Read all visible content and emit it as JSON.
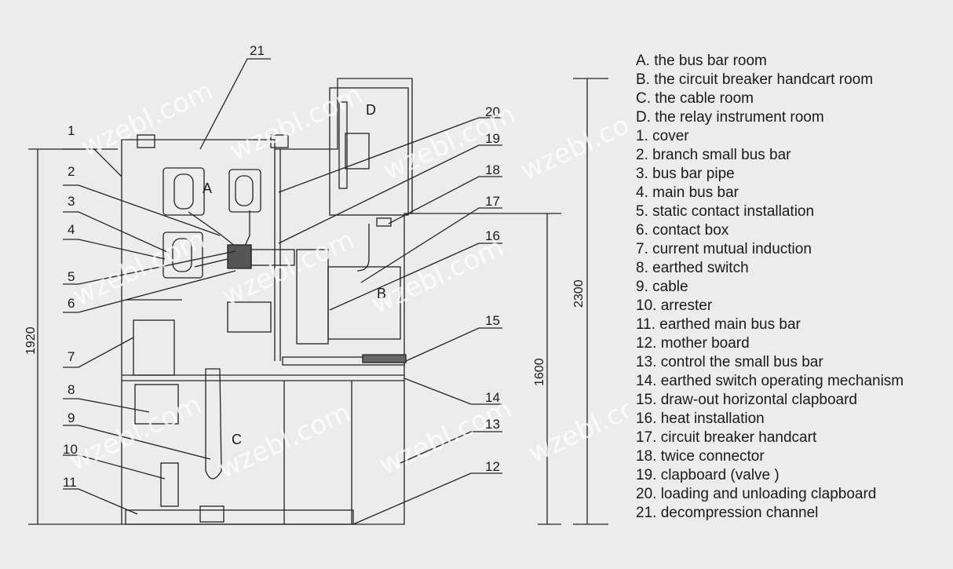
{
  "diagram": {
    "rooms": [
      "A",
      "B",
      "C",
      "D"
    ],
    "callouts": [
      "1",
      "2",
      "3",
      "4",
      "5",
      "6",
      "7",
      "8",
      "9",
      "10",
      "11",
      "12",
      "13",
      "14",
      "15",
      "16",
      "17",
      "18",
      "19",
      "20",
      "21"
    ],
    "dimensions": {
      "total_height": "2300",
      "left_height": "1920",
      "lower_height": "1600"
    },
    "watermark": "wzebl.com"
  },
  "legend": [
    "A. the bus bar room",
    "B. the circuit breaker handcart room",
    "C. the cable room",
    "D. the relay instrument room",
    "1. cover",
    "2. branch small bus bar",
    "3. bus bar pipe",
    "4. main bus bar",
    "5. static contact installation",
    "6. contact box",
    "7. current mutual induction",
    "8. earthed switch",
    "9. cable",
    "10. arrester",
    "11. earthed main bus bar",
    "12. mother board",
    "13. control the small bus bar",
    "14. earthed switch operating mechanism",
    "15. draw-out horizontal clapboard",
    "16. heat installation",
    "17. circuit breaker handcart",
    "18. twice connector",
    "19. clapboard (valve )",
    "20. loading and unloading clapboard",
    "21. decompression channel"
  ]
}
